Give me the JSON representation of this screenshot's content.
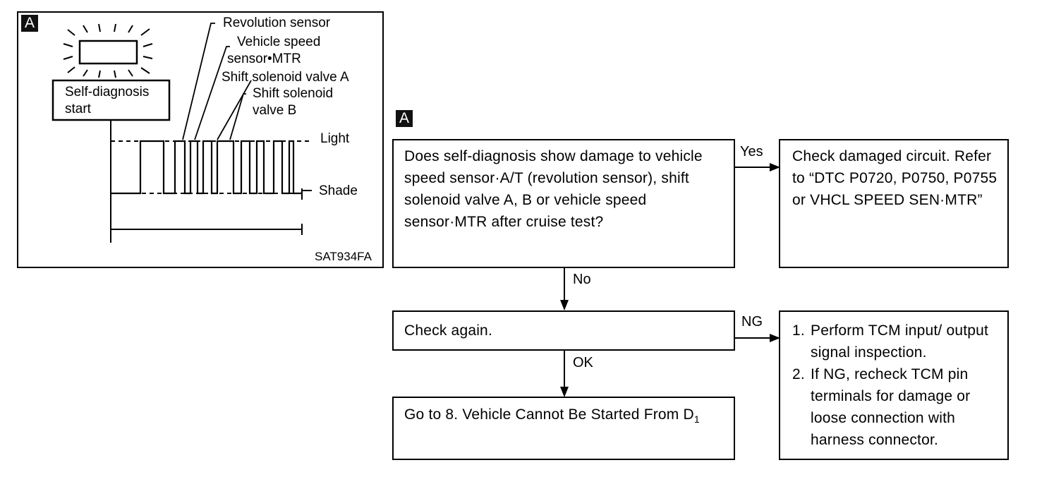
{
  "figure": {
    "tag": "A",
    "labels": {
      "revolution_sensor": "Revolution sensor",
      "vehicle_speed_line1": "Vehicle speed",
      "vehicle_speed_line2": "sensor•MTR",
      "shift_a": "Shift solenoid valve A",
      "shift_b_line1": "Shift solenoid",
      "shift_b_line2": "valve B",
      "self_diag_line1": "Self-diagnosis",
      "self_diag_line2": "start",
      "light": "Light",
      "shade": "Shade",
      "code": "SAT934FA"
    }
  },
  "flowchart": {
    "tag": "A",
    "question": "Does self-diagnosis show damage to vehicle speed sensor·A/T (revolution sensor), shift solenoid valve A, B or vehicle speed sensor·MTR after cruise test?",
    "yes_label": "Yes",
    "yes_result": "Check damaged circuit. Refer to “DTC P0720, P0750, P0755 or VHCL SPEED SEN·MTR”",
    "no_label": "No",
    "check_again": "Check again.",
    "ng_label": "NG",
    "ng_steps": [
      {
        "num": "1.",
        "text": "Perform TCM input/ output signal inspection."
      },
      {
        "num": "2.",
        "text": "If NG, recheck TCM pin terminals for damage or loose connection with harness connector."
      }
    ],
    "ok_label": "OK",
    "goto_text": "Go to 8. Vehicle Cannot Be Started From D",
    "goto_sub": "1"
  }
}
